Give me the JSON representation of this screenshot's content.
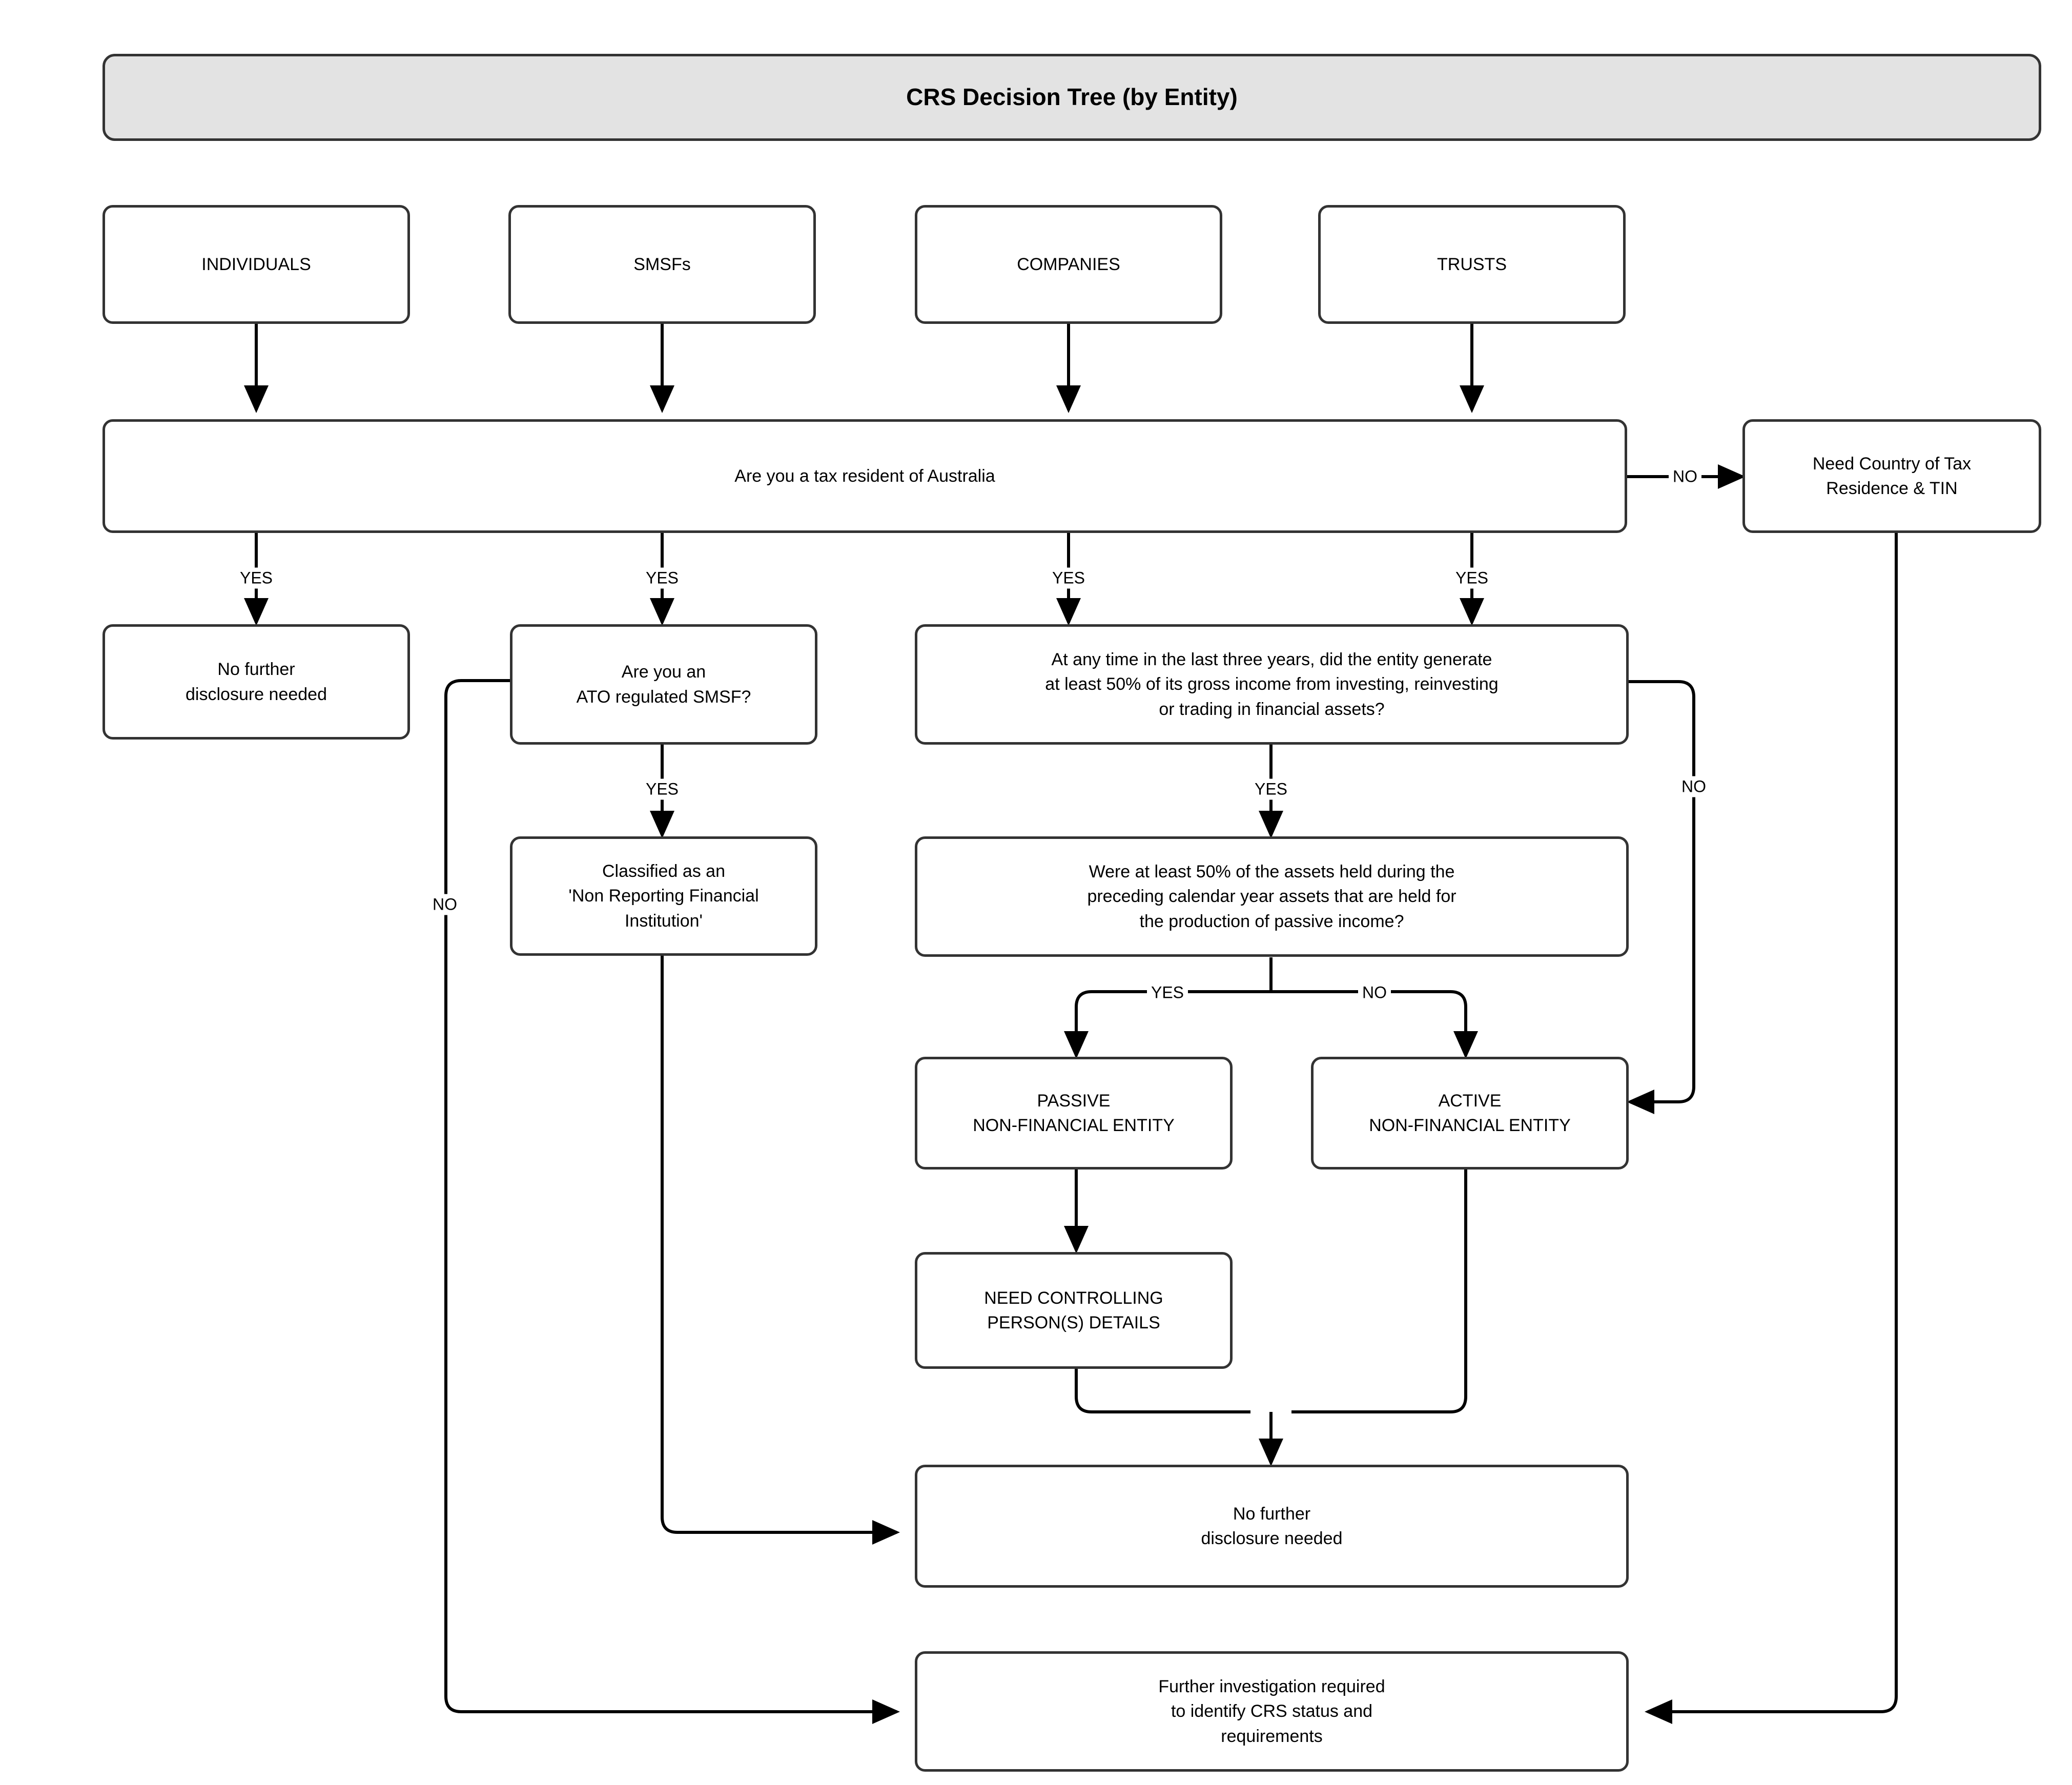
{
  "diagram": {
    "title": "CRS Decision Tree (by Entity)",
    "type": "flowchart",
    "orientation": "top-down"
  },
  "nodes": {
    "title": "CRS Decision Tree (by Entity)",
    "individuals": "INDIVIDUALS",
    "smsfs": "SMSFs",
    "companies": "COMPANIES",
    "trusts": "TRUSTS",
    "tax_resident_q": "Are you a tax resident of Australia",
    "need_country_tin": "Need Country of Tax\nResidence & TIN",
    "no_further_left": "No further\ndisclosure needed",
    "ato_smsf_q": "Are you an\nATO regulated SMSF?",
    "entity_income_q": "At any time in the last three years, did the entity generate\nat least 50% of its gross income from investing, reinvesting\nor trading in financial assets?",
    "non_reporting_fi": "Classified as an\n'Non Reporting Financial\nInstitution'",
    "assets_passive_q": "Were at least 50% of the assets held during the\npreceding calendar year assets that are held for\nthe production of passive income?",
    "passive_nfe": "PASSIVE\nNON-FINANCIAL ENTITY",
    "active_nfe": "ACTIVE\nNON-FINANCIAL ENTITY",
    "need_controlling": "NEED CONTROLLING\nPERSON(S) DETAILS",
    "no_further_center": "No further\ndisclosure needed",
    "further_investigation": "Further investigation required\nto identify CRS status and\nrequirements"
  },
  "edge_labels": {
    "individuals_yes": "YES",
    "smsfs_yes": "YES",
    "companies_yes": "YES",
    "trusts_yes": "YES",
    "tax_resident_no": "NO",
    "ato_smsf_yes": "YES",
    "ato_smsf_no": "NO",
    "entity_income_yes": "YES",
    "entity_income_no": "NO",
    "assets_passive_yes": "YES",
    "assets_passive_no": "NO"
  },
  "colors": {
    "node_border": "#333333",
    "node_fill": "#ffffff",
    "title_fill": "#e3e3e3",
    "edge_stroke": "#000000",
    "text": "#000000"
  }
}
